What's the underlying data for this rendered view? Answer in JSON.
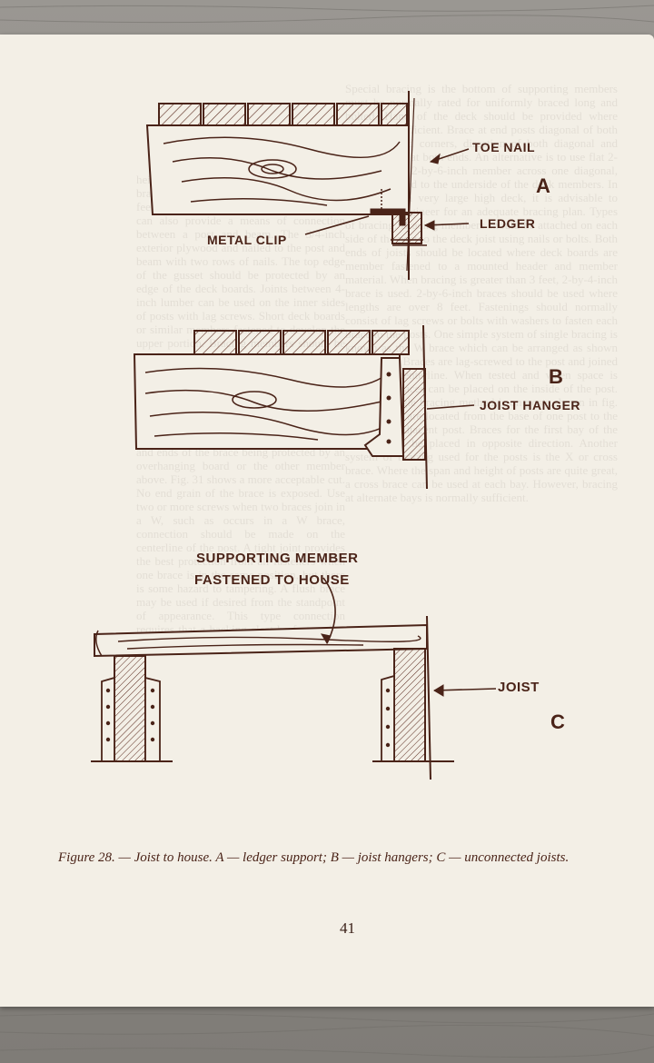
{
  "figure": {
    "labels": {
      "toe_nail": "TOE NAIL",
      "a": "A",
      "ledger": "LEDGER",
      "metal_clip": "METAL CLIP",
      "b": "B",
      "joist_hanger": "JOIST HANGER",
      "supporting_member_line1": "SUPPORTING MEMBER",
      "supporting_member_line2": "FASTENED TO HOUSE",
      "joist": "JOIST",
      "c": "C"
    },
    "caption": "Figure 28. — Joist to house. A — ledger support; B — joist hangers; C — unconnected joists."
  },
  "page": {
    "number": "41"
  }
}
